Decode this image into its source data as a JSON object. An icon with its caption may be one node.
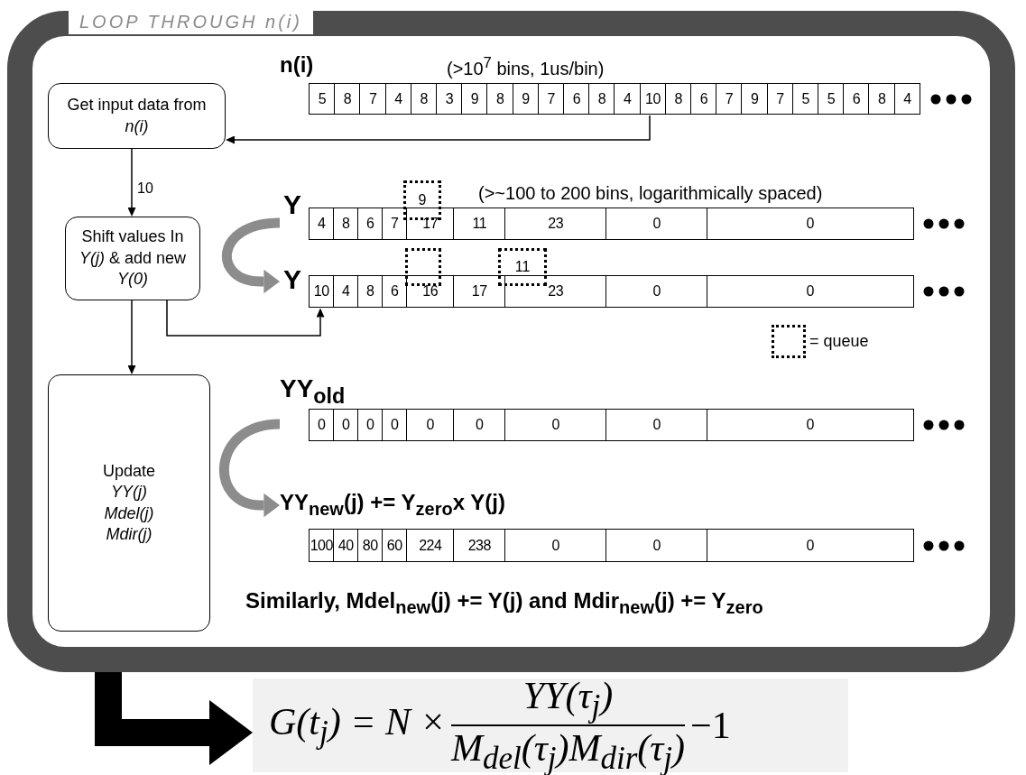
{
  "diagram": {
    "nodes": [
      {
        "text": [
          "LOOP THROUGH n(i)"
        ]
      },
      {
        "text": [
          "Get input data from *n(i)*"
        ],
        "in": 0
      },
      {
        "text": [
          "n(i)",
          "(>10$^{7}$ bins, 1us/bin)",
          "5",
          "8",
          "7",
          "4",
          "8",
          "3",
          "9",
          "8",
          "9",
          "7",
          "6",
          "8",
          "4",
          "10",
          "8",
          "6",
          "7",
          "9",
          "7",
          "5",
          "5",
          "6",
          "8",
          "4"
        ],
        "in": 0
      },
      {
        "text": [
          "Y",
          "(>~100 to 200 bins, logarithmically spaced)",
          "4",
          "8",
          "6",
          "7",
          "17",
          "11",
          "23",
          "0",
          "0"
        ],
        "in": 0
      },
      {
        "text": [
          "9"
        ],
        "in": 0
      },
      {
        "text": [
          "Shift values In *Y(j)* & add new *Y(0)*"
        ],
        "in": 0
      },
      {
        "text": [
          "Y",
          "10",
          "4",
          "8",
          "6",
          "16",
          "17",
          "23",
          "0",
          "0"
        ],
        "in": 0
      },
      {
        "text": [],
        "shape": "box",
        "in": 0
      },
      {
        "text": [
          "11"
        ],
        "in": 0
      },
      {
        "text": [
          "Update *YY(j) Mdel(j) Mdir(j)*"
        ],
        "in": 0
      },
      {
        "text": [
          "YY$_{old}$",
          "0",
          "0",
          "0",
          "0",
          "0",
          "0",
          "0",
          "0",
          "0"
        ],
        "in": 0
      },
      {
        "text": [
          "YY$_{new}$(j) += Y$_{zero}$x Y(j)",
          "100",
          "40",
          "80",
          "60",
          "224",
          "238",
          "0",
          "0",
          "0"
        ],
        "in": 0
      },
      {
        "text": [
          "G(t$_{j}$) = N ×",
          "YY(τ$_{j}$)",
          "M$_{del}$(τ$_{j}$)M$_{dir}$(τ$_{j}$)",
          "−1"
        ]
      }
    ],
    "edges": [
      {
        "from": 2,
        "to": 1,
        "arrow": "to"
      },
      {
        "from": 1,
        "to": 5,
        "arrow": "to",
        "label": "10"
      },
      {
        "from": 5,
        "to": 9,
        "arrow": "to"
      },
      {
        "from": 5,
        "to": 6,
        "arrow": "to"
      },
      {
        "from": 3,
        "to": 6,
        "arrow": "to",
        "style": "thick",
        "color": "#8c8c8c"
      },
      {
        "from": 10,
        "to": 11,
        "arrow": "to",
        "style": "thick",
        "color": "#8c8c8c"
      },
      {
        "from": 0,
        "to": 12,
        "arrow": "to",
        "style": "thick"
      }
    ],
    "labels": [
      "Similarly, Mdel$_{new}$(j) += Y(j) and Mdir$_{new}$(j) += Y$_{zero}$"
    ],
    "legend": [
      {
        "text": "= queue"
      }
    ]
  }
}
